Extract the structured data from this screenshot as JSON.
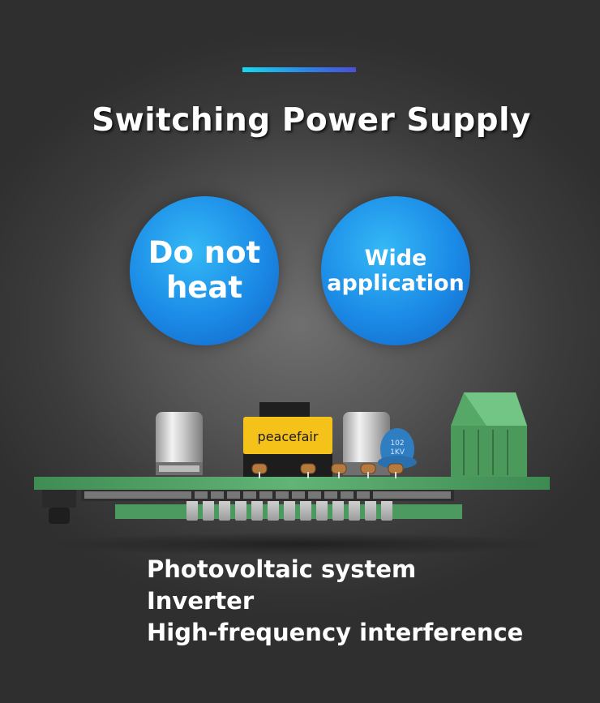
{
  "header": {
    "accent_gradient": [
      "#16d9ee",
      "#2f7fe8",
      "#4b4fd6"
    ],
    "title": "Switching Power Supply"
  },
  "badges": [
    {
      "lines": [
        "Do not",
        "heat"
      ]
    },
    {
      "lines": [
        "Wide",
        "application"
      ]
    }
  ],
  "board": {
    "brand_label": "peacefair",
    "capacitor_marking": [
      "102",
      "1KV"
    ],
    "pcb_color": "#5aa86a",
    "brand_color": "#f5c21a"
  },
  "applications": [
    "Photovoltaic system",
    "Inverter",
    "High-frequency interference"
  ]
}
